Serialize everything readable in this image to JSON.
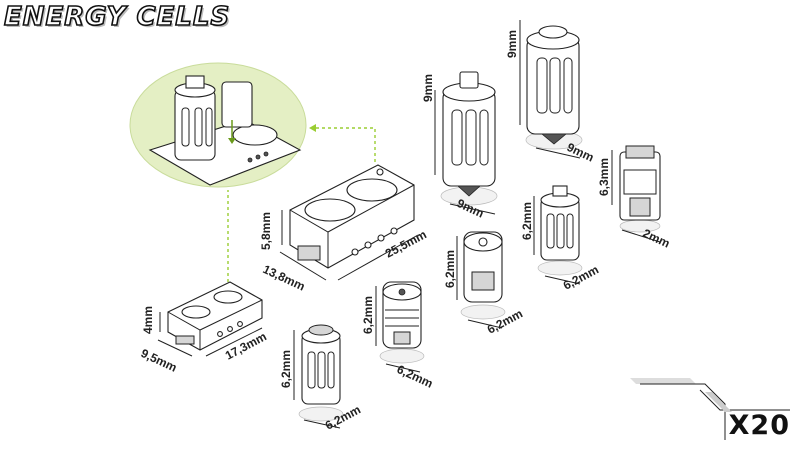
{
  "title": "ENERGY CELLS",
  "quantity": "X20",
  "dimensions": {
    "base_small_depth": "4mm",
    "base_small_width": "9,5mm",
    "base_small_length": "17,3mm",
    "base_large_depth": "5,8mm",
    "base_large_width": "13,8mm",
    "base_large_length": "25,5mm",
    "cell_tall_height": "9mm",
    "cell_tall_width": "9mm",
    "cell_tall2_height": "9mm",
    "cell_tall2_width": "9mm",
    "cell_medium_height": "6,2mm",
    "cell_medium_width": "6,2mm",
    "cell_small_height": "6,3mm",
    "cell_small_width": "2mm",
    "cell_rings_height": "6,2mm",
    "cell_rings_width": "6,2mm",
    "cell_smooth_height": "6,2mm",
    "cell_smooth_width": "6,2mm",
    "cell_low_height": "6,2mm",
    "cell_low_width": "6,2mm"
  },
  "colors": {
    "accent_green": "#9acd32",
    "magnifier_fill": "#e4efc4"
  }
}
